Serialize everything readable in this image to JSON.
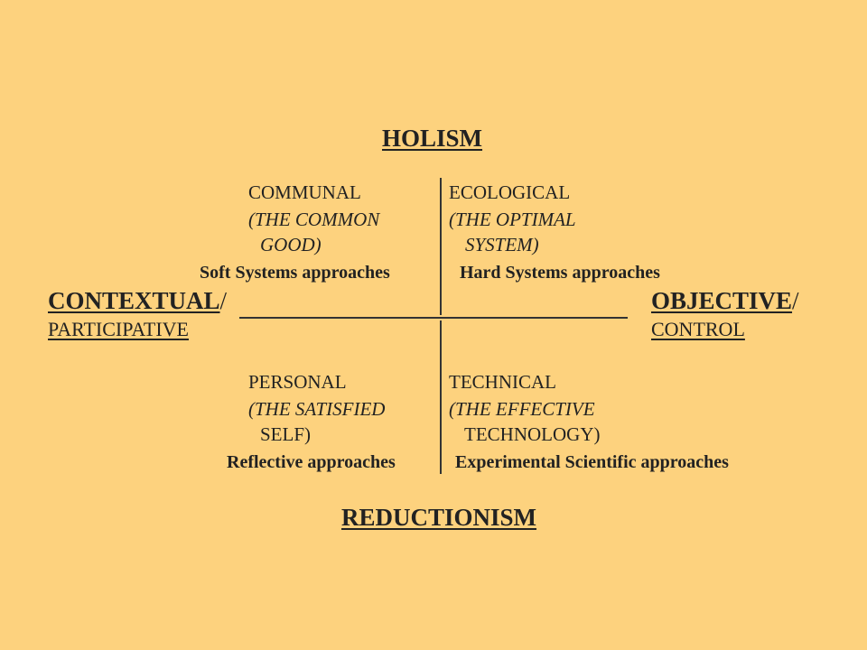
{
  "axes": {
    "top": "HOLISM",
    "bottom": "REDUCTIONISM",
    "left_line1": "CONTEXTUAL",
    "left_slash": "/",
    "left_line2": "PARTICIPATIVE",
    "right_line1": "OBJECTIVE",
    "right_slash": "/",
    "right_line2": "CONTROL"
  },
  "quadrants": {
    "top_left": {
      "title": "COMMUNAL",
      "subtitle_line1": "(THE COMMON",
      "subtitle_line2": "GOOD)",
      "approach": "Soft Systems approaches"
    },
    "top_right": {
      "title": "ECOLOGICAL",
      "subtitle_line1": "(THE OPTIMAL",
      "subtitle_line2": "SYSTEM)",
      "approach": "Hard Systems approaches"
    },
    "bottom_left": {
      "title": "PERSONAL",
      "subtitle_line1": "(THE SATISFIED",
      "subtitle_line2": "SELF)",
      "approach": "Reflective approaches"
    },
    "bottom_right": {
      "title": "TECHNICAL",
      "subtitle_line1": "(THE EFFECTIVE",
      "subtitle_line2": "TECHNOLOGY)",
      "approach": "Experimental Scientific approaches"
    }
  }
}
